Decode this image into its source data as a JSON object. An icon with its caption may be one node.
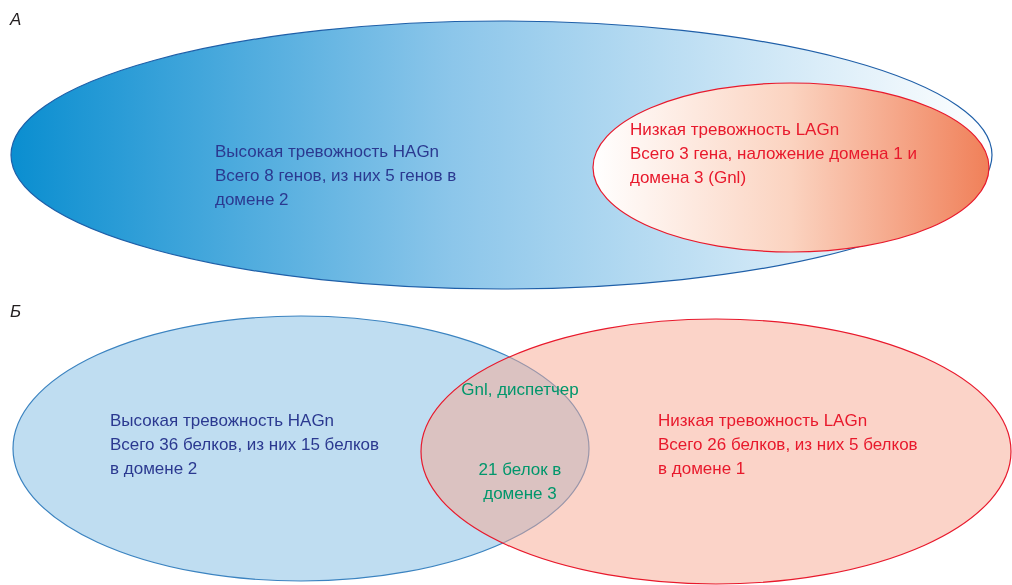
{
  "diagram": {
    "nodes": [
      {
        "text": [
          "Высокая тревожность HAGn",
          "Всего 8 генов, из них 5 генов в домене 2"
        ]
      },
      {
        "text": [
          "Низкая тревожность LAGn",
          "Всего 3 гена, наложение домена 1 и домена 3 (Gnl)"
        ],
        "in": 0
      },
      {
        "text": [
          "Высокая тревожность HAGn",
          "Всего 36 белков, из них 15 белков в домене 2"
        ]
      },
      {
        "text": [
          "Низкая тревожность LAGn",
          "Всего 26 белков, из них 5 белков в домене 1"
        ]
      }
    ],
    "edges": [],
    "labels": [
      "А",
      "Б",
      "Gnl, диспетчер",
      "21 белок в домене 3"
    ]
  }
}
